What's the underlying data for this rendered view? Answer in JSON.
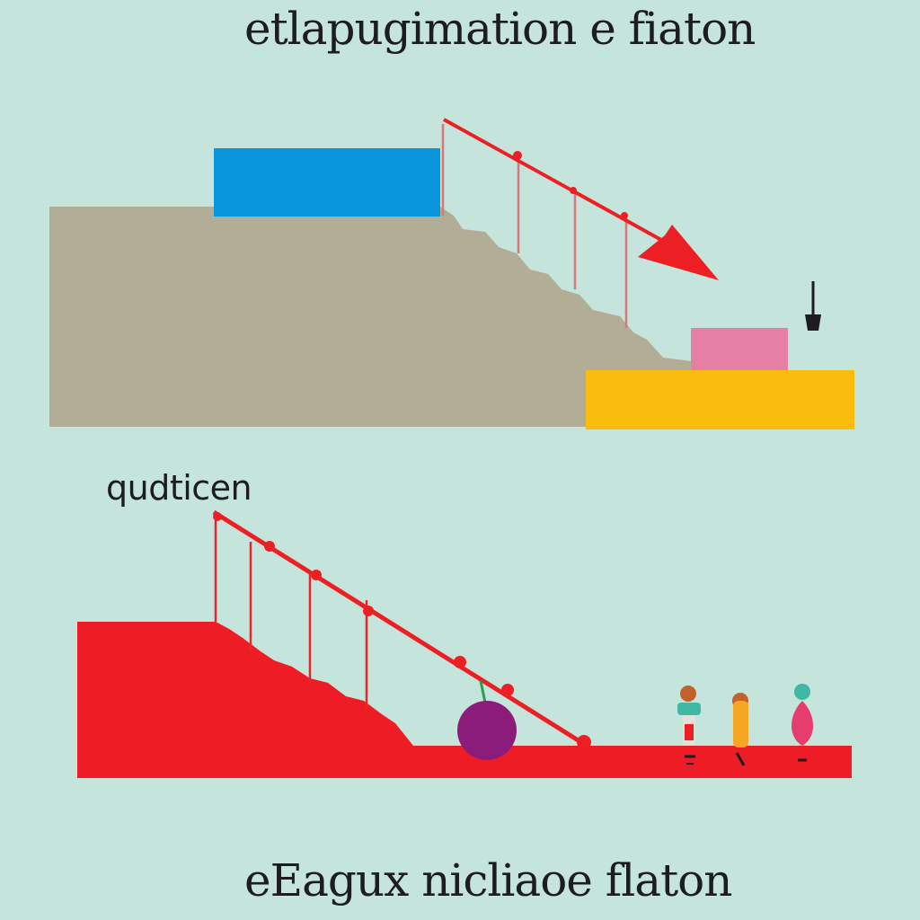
{
  "captions": {
    "top": "etlapugimation e fiaton",
    "middle": "qudticen",
    "bottom": "eEagux nicliaoe flaton"
  },
  "colors": {
    "background": "#c5e4dc",
    "ground_top": "#b1ad97",
    "block_blue": "#0a96dc",
    "block_pink": "#e57fa4",
    "block_yellow": "#fbbd0d",
    "arrow": "#ec2024",
    "ground_bottom": "#ee1c24",
    "ball": "#8b1c7a"
  },
  "icons": {
    "hammer": "hammer-icon",
    "figures": [
      "figure-icon-1",
      "figure-icon-2",
      "figure-icon-3"
    ]
  }
}
